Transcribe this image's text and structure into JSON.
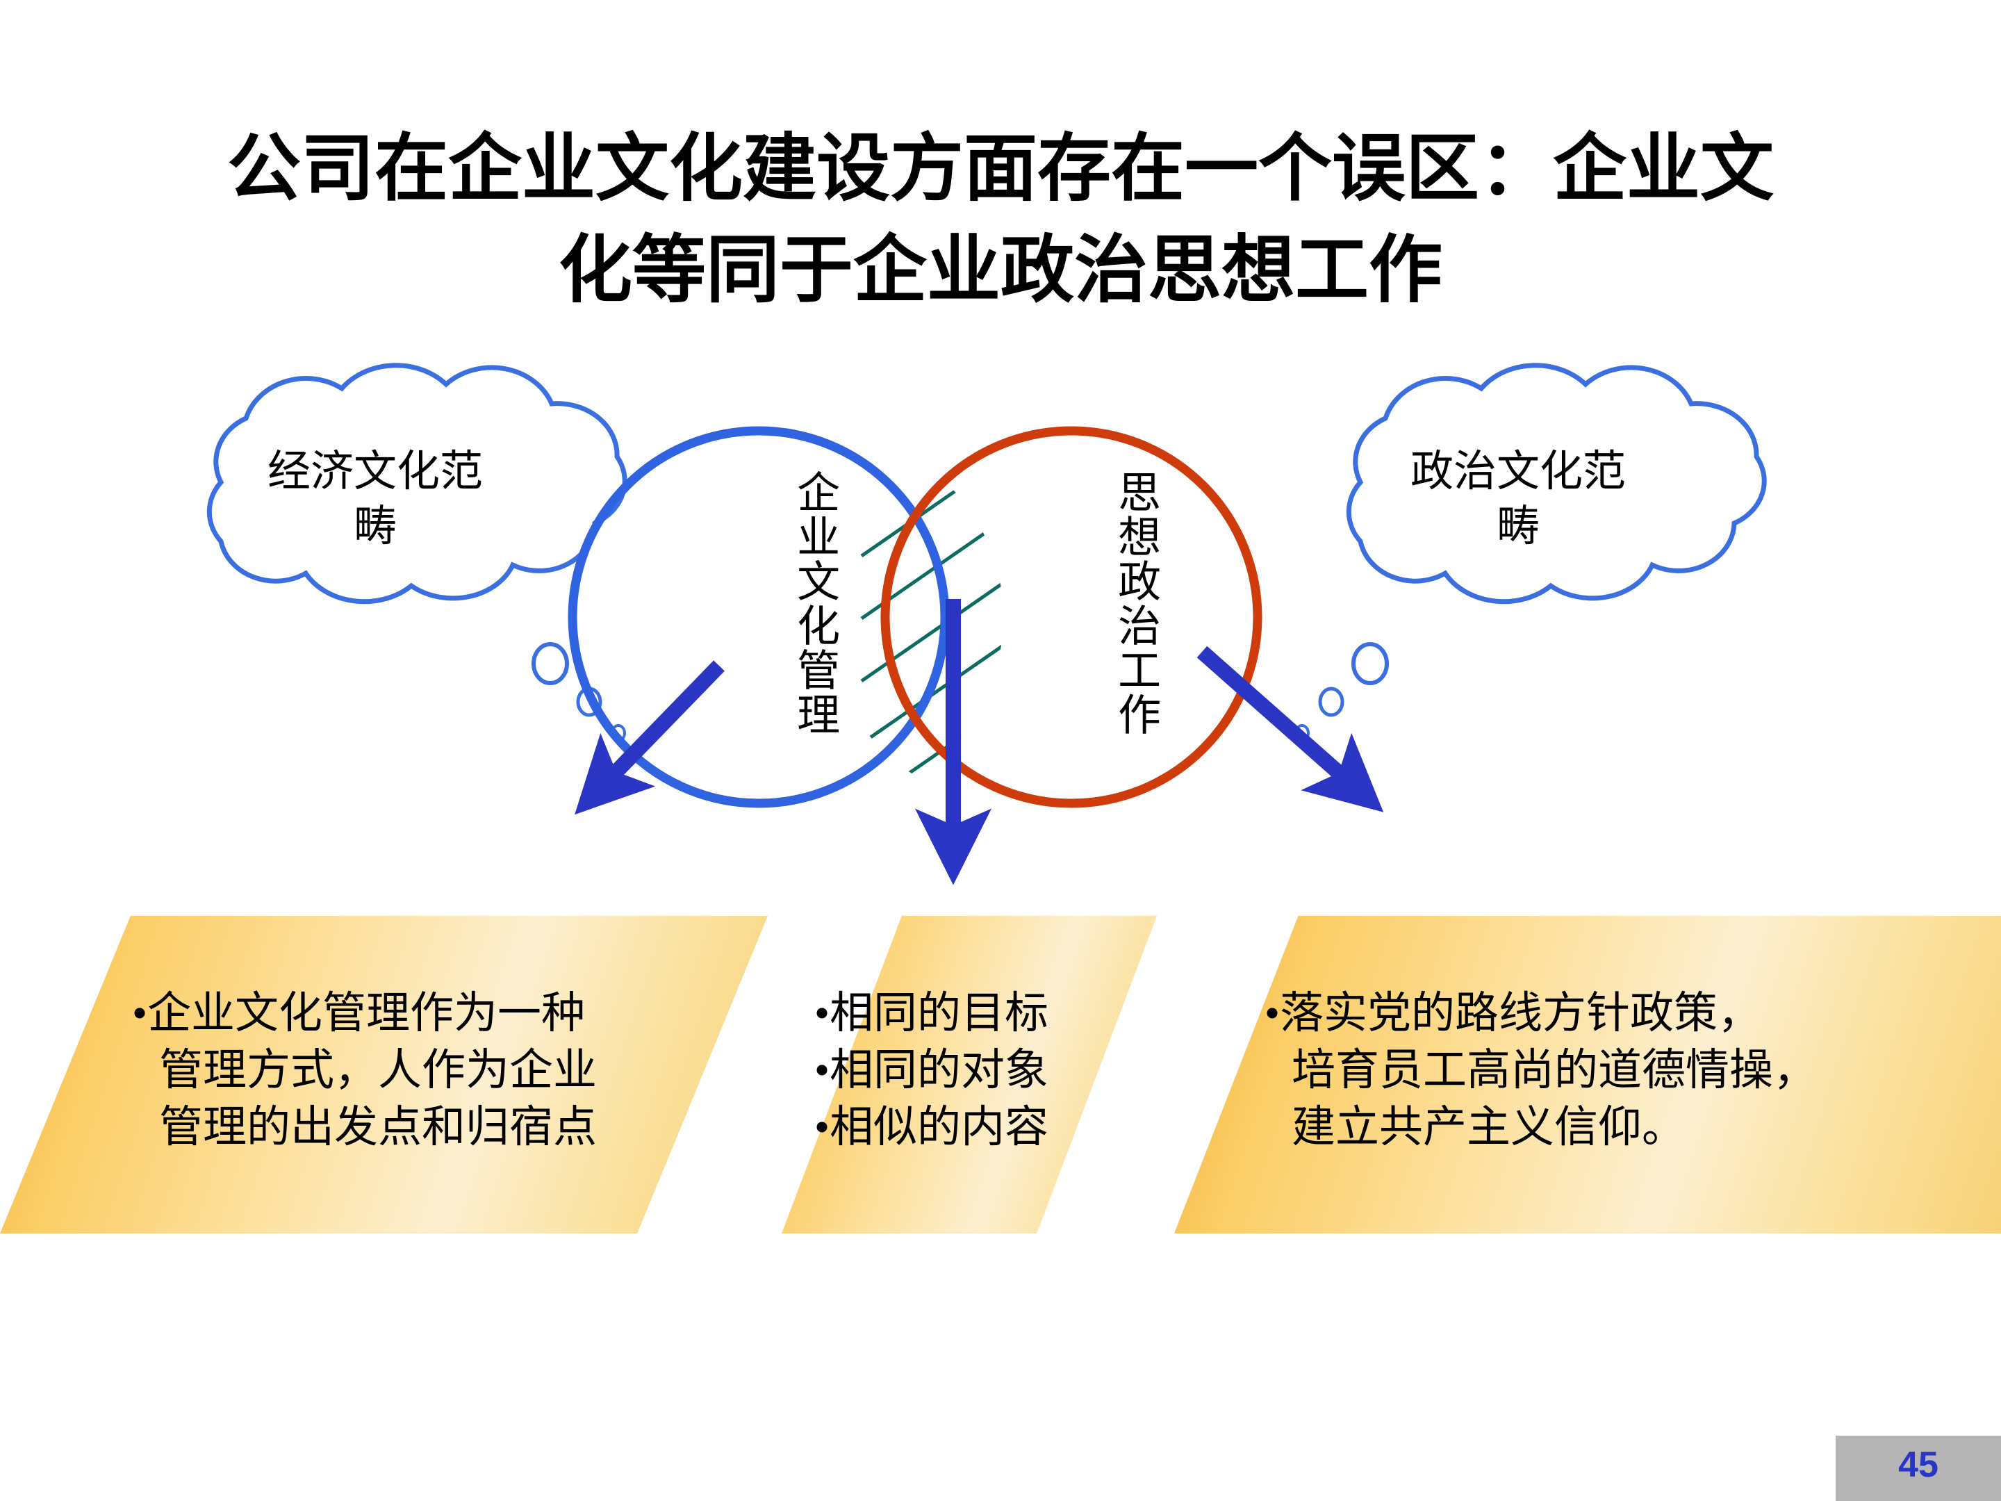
{
  "slide": {
    "title_line1": "公司在企业文化建设方面存在一个误区：企业文",
    "title_line2": "化等同于企业政治思想工作",
    "page_number": "45"
  },
  "clouds": {
    "left": {
      "line1": "经济文化范",
      "line2": "畴"
    },
    "right": {
      "line1": "政治文化范",
      "line2": "畴"
    }
  },
  "venn": {
    "left_circle_label": "企业文化管理",
    "right_circle_label": "思想政治工作",
    "left_circle_color": "#2F63E0",
    "right_circle_color": "#CE3C0B",
    "overlap_hatch_color": "#0E6B63",
    "arrow_color": "#2B35C4"
  },
  "panels": [
    {
      "lines": [
        "企业文化管理作为一种",
        "管理方式，人作为企业",
        "管理的出发点和归宿点"
      ],
      "bullet_on": [
        true,
        false,
        false
      ]
    },
    {
      "lines": [
        "相同的目标",
        "相同的对象",
        "相似的内容"
      ],
      "bullet_on": [
        true,
        true,
        true
      ]
    },
    {
      "lines": [
        "落实党的路线方针政策，",
        "培育员工高尚的道德情操，",
        "建立共产主义信仰。"
      ],
      "bullet_on": [
        true,
        false,
        false
      ]
    }
  ],
  "bullet_glyph": "•"
}
